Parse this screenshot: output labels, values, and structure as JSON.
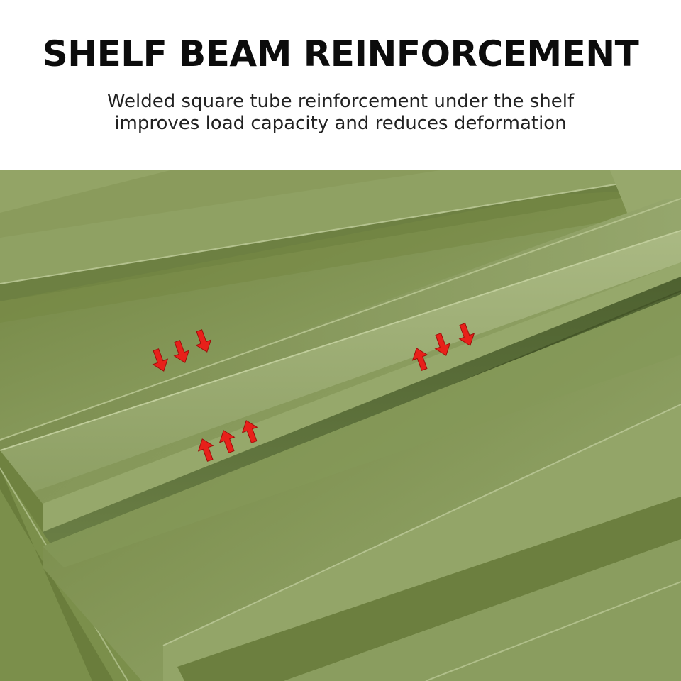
{
  "header": {
    "title": "SHELF BEAM REINFORCEMENT",
    "subtitle_line1": "Welded square tube reinforcement under the shelf",
    "subtitle_line2": "improves load capacity and reduces deformation"
  },
  "photo": {
    "subject": "green steel shelf with welded beam reinforcement",
    "colors": {
      "shelf_base": "#7e9154",
      "shelf_light": "#a5b67d",
      "shelf_dark": "#566a33",
      "arrow": "#e8201a"
    },
    "arrow_groups": [
      {
        "name": "down-arrows-left",
        "pattern": "down-down-down"
      },
      {
        "name": "mixed-arrows-right",
        "pattern": "up-down-down"
      },
      {
        "name": "up-arrows-center",
        "pattern": "up-up-up"
      }
    ]
  }
}
